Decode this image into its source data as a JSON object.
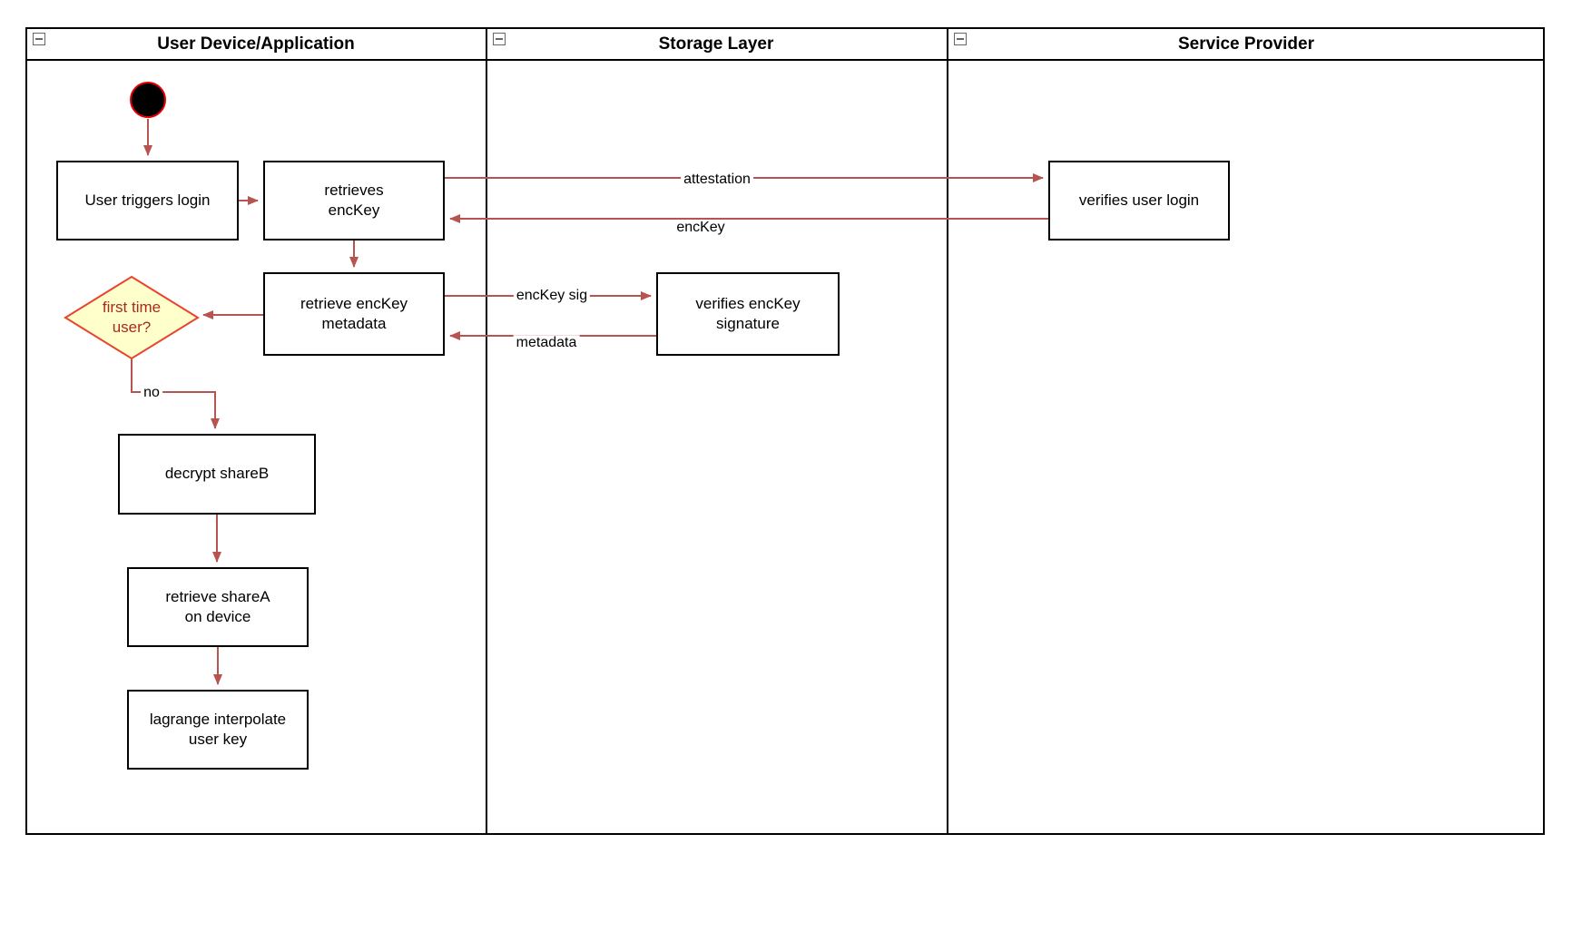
{
  "lanes": [
    {
      "title": "User Device/Application"
    },
    {
      "title": "Storage Layer"
    },
    {
      "title": "Service Provider"
    }
  ],
  "nodes": {
    "user_triggers_login": "User triggers login",
    "retrieves_enckey": "retrieves\nencKey",
    "verifies_user_login": "verifies user login",
    "retrieve_enckey_metadata": "retrieve encKey\nmetadata",
    "verifies_enckey_signature": "verifies encKey\nsignature",
    "first_time_user": "first time\nuser?",
    "decrypt_shareb": "decrypt shareB",
    "retrieve_sharea_on_device": "retrieve shareA\non device",
    "lagrange_interpolate_user_key": "lagrange interpolate\nuser key"
  },
  "edge_labels": {
    "attestation": "attestation",
    "enckey": "encKey",
    "enckey_sig": "encKey sig",
    "metadata": "metadata",
    "no": "no"
  },
  "icons": {
    "collapse": "collapse-icon",
    "start": "start-state-icon",
    "decision": "decision-diamond-icon"
  },
  "colors": {
    "arrow": "#b85450",
    "diamond_fill": "#ffffcc",
    "diamond_border": "#e8442e",
    "diamond_text": "#a82a1f",
    "start_fill": "#000000",
    "start_stroke": "#e60000"
  }
}
